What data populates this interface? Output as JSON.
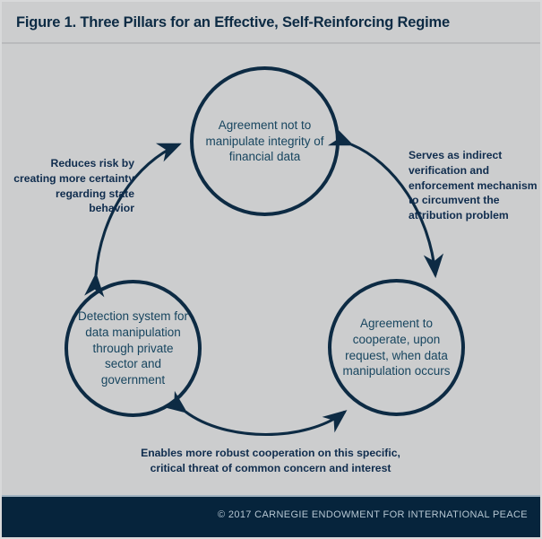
{
  "figure": {
    "title": "Figure 1. Three Pillars for an Effective, Self-Reinforcing Regime",
    "accent_color": "#0d2b44",
    "background_color": "#cccdce",
    "text_color": "#17455f",
    "label_color": "#102d4e",
    "footer_background": "#06243c",
    "footer_text_color": "#b5c6d2"
  },
  "nodes": [
    {
      "id": "top",
      "text": "Agreement not to manipulate integrity of financial data"
    },
    {
      "id": "left",
      "text": "Detection system for data manipulation through private sector and government"
    },
    {
      "id": "right",
      "text": "Agreement to cooperate, upon request, when data manipulation occurs"
    }
  ],
  "edges": [
    {
      "id": "left-edge",
      "text": "Reduces risk by creating more certainty regarding state behavior",
      "from": "left",
      "to": "top",
      "arrowheads": "both"
    },
    {
      "id": "right-edge",
      "text": "Serves as indirect verification and enforcement mechanism to circumvent the attribution problem",
      "from": "top",
      "to": "right",
      "arrowheads": "both"
    },
    {
      "id": "bottom-edge",
      "text": "Enables more robust cooperation on this specific, critical threat of common concern and interest",
      "from": "left",
      "to": "right",
      "arrowheads": "both"
    }
  ],
  "footer": {
    "copyright": "© 2017 CARNEGIE ENDOWMENT FOR INTERNATIONAL PEACE"
  }
}
